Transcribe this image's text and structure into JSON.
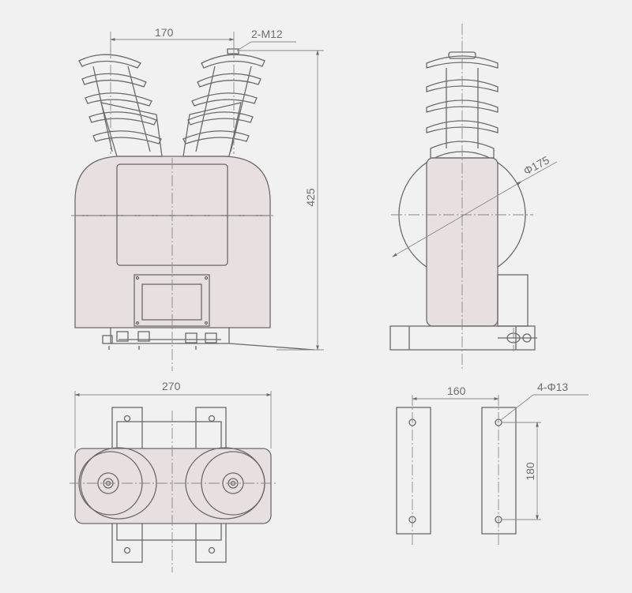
{
  "dimensions": {
    "terminal_spacing": "170",
    "terminal_thread": "2-M12",
    "total_height": "425",
    "core_diameter": "Φ175",
    "base_length": "270",
    "mount_spacing_x": "160",
    "mount_holes": "4-Φ13",
    "mount_spacing_y": "180"
  },
  "colors": {
    "background": "#f2f1f1",
    "outline": "#6a6a6a",
    "body_fill": "#e8e0e0"
  }
}
